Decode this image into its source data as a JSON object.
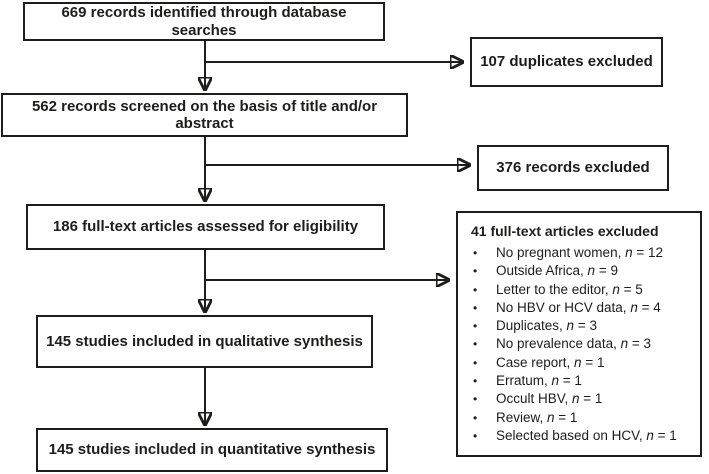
{
  "diagram": {
    "type": "prisma-flow",
    "colors": {
      "line": "#1d1d1b",
      "text": "#1d1d1b",
      "box_background": "#ffffff"
    },
    "boxes": {
      "identified": {
        "label": "669 records identified through database searches"
      },
      "duplicates": {
        "label": "107 duplicates excluded"
      },
      "screened": {
        "label": "562 records screened on the basis of title and/or abstract"
      },
      "records_excluded": {
        "label": "376 records excluded"
      },
      "eligibility": {
        "label": "186 full-text articles assessed for eligibility"
      },
      "qualitative": {
        "label": "145 studies included in qualitative synthesis"
      },
      "quantitative": {
        "label": "145 studies included in quantitative synthesis"
      }
    },
    "excluded_box": {
      "title": "41 full-text articles excluded",
      "bullet_char": "•",
      "n_symbol": "n",
      "items": [
        {
          "label": "No pregnant women",
          "n": "12"
        },
        {
          "label": "Outside Africa",
          "n": "9"
        },
        {
          "label": "Letter to the editor",
          "n": "5"
        },
        {
          "label": "No HBV or HCV data",
          "n": "4"
        },
        {
          "label": "Duplicates",
          "n": "3"
        },
        {
          "label": "No prevalence data",
          "n": "3"
        },
        {
          "label": "Case report",
          "n": "1"
        },
        {
          "label": "Erratum",
          "n": "1"
        },
        {
          "label": "Occult HBV",
          "n": "1"
        },
        {
          "label": "Review",
          "n": "1"
        },
        {
          "label": "Selected based on HCV",
          "n": "1"
        }
      ]
    }
  }
}
